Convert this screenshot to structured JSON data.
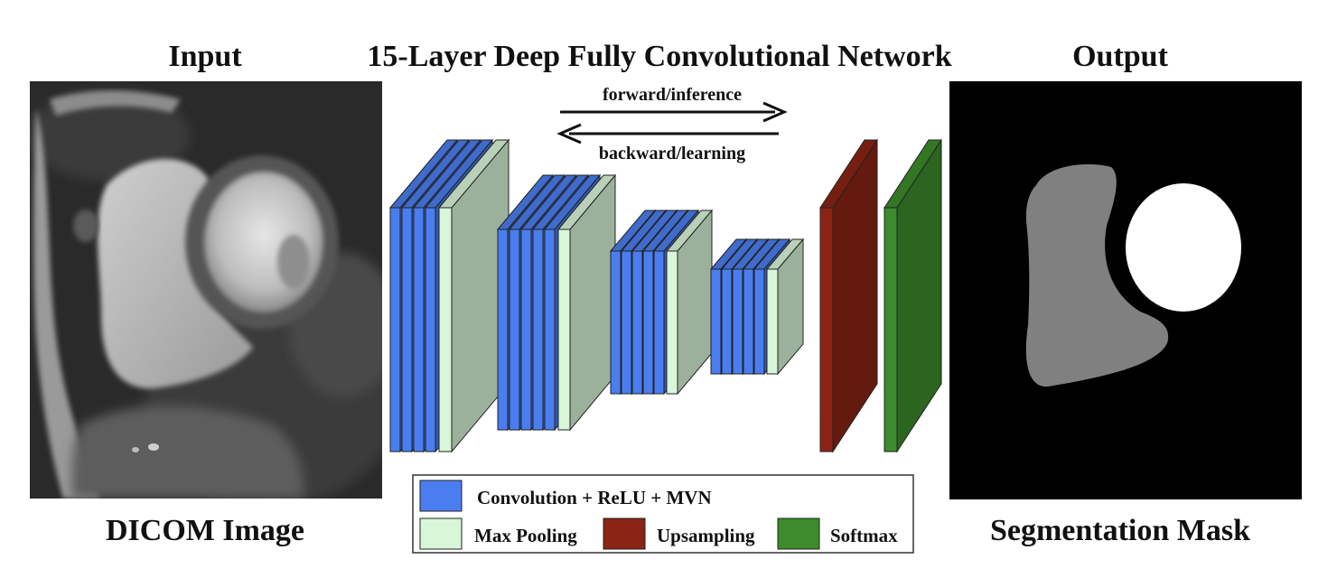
{
  "headings": {
    "input": "Input",
    "network": "15-Layer Deep Fully Convolutional Network",
    "output": "Output"
  },
  "captions": {
    "input_image": "DICOM Image",
    "output_image": "Segmentation Mask"
  },
  "arrows": {
    "forward": "forward/inference",
    "backward": "backward/learning"
  },
  "legend": [
    {
      "label": "Convolution + ReLU + MVN",
      "color": "#4a7ef0"
    },
    {
      "label": "Max Pooling",
      "color": "#d9f6d9"
    },
    {
      "label": "Upsampling",
      "color": "#8b2414"
    },
    {
      "label": "Softmax",
      "color": "#3c8c2c"
    }
  ],
  "colors": {
    "conv": "#4a7ef0",
    "pool": "#d9f6d9",
    "upsample": "#8b2414",
    "softmax": "#3c8c2c"
  }
}
